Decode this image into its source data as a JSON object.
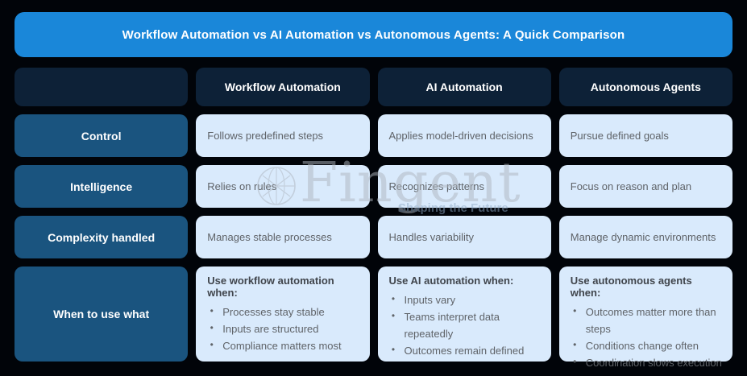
{
  "title": "Workflow Automation vs AI Automation vs Autonomous Agents: A Quick Comparison",
  "colors": {
    "background": "#010409",
    "title_bar_blue": "#1a87d9",
    "column_header_navy": "#0d2137",
    "row_label_blue": "#1a547f",
    "cell_light_blue": "#d9eafc",
    "cell_text_gray": "#5f6368",
    "cell_heading_gray": "#40454c",
    "text_white": "#ffffff"
  },
  "table": {
    "column_headers": [
      "Workflow Automation",
      "AI Automation",
      "Autonomous Agents"
    ],
    "rows": [
      {
        "label": "Control",
        "cells": [
          "Follows predefined steps",
          "Applies model-driven decisions",
          "Pursue defined goals"
        ]
      },
      {
        "label": "Intelligence",
        "cells": [
          "Relies on rules",
          "Recognizes patterns",
          "Focus on reason and plan"
        ]
      },
      {
        "label": "Complexity handled",
        "cells": [
          "Manages stable processes",
          "Handles variability",
          "Manage dynamic environments"
        ]
      },
      {
        "label": "When to use what",
        "cells_list": [
          {
            "heading": "Use workflow automation when:",
            "bullets": [
              "Processes stay stable",
              "Inputs are structured",
              "Compliance matters most"
            ]
          },
          {
            "heading": "Use AI automation when:",
            "bullets": [
              "Inputs vary",
              "Teams interpret data repeatedly",
              "Outcomes remain defined"
            ]
          },
          {
            "heading": "Use autonomous agents when:",
            "bullets": [
              "Outcomes matter more than steps",
              "Conditions change often",
              "Coordination slows execution"
            ]
          }
        ]
      }
    ]
  },
  "watermark": {
    "brand": "Fingent",
    "tagline": "Shaping the Future",
    "icon": "globe-icon"
  }
}
